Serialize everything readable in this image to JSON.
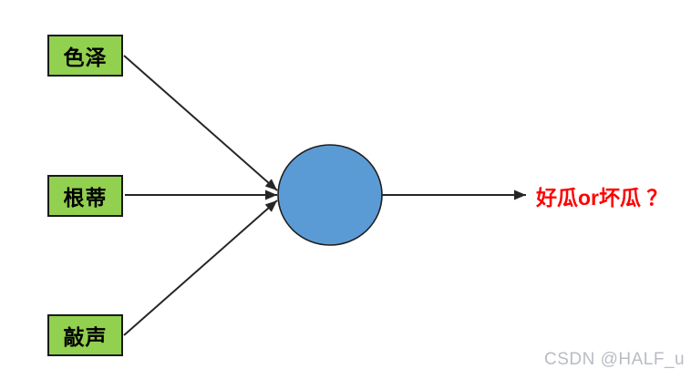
{
  "diagram": {
    "title_hint": "single-neuron watermelon classifier diagram",
    "inputs": [
      {
        "label": "色泽"
      },
      {
        "label": "根蒂"
      },
      {
        "label": "敲声"
      }
    ],
    "neuron": {
      "shape": "circle"
    },
    "output_label": "好瓜or坏瓜 ？",
    "watermark": "CSDN @HALF_u",
    "colors": {
      "input_box_fill": "#92d050",
      "input_box_border": "#1a1a1a",
      "neuron_fill": "#5b9bd5",
      "neuron_border": "#1f1f1f",
      "arrow": "#262626",
      "output_text": "#ff0000",
      "watermark_text": "#b9bcc2",
      "background": "#ffffff"
    }
  }
}
